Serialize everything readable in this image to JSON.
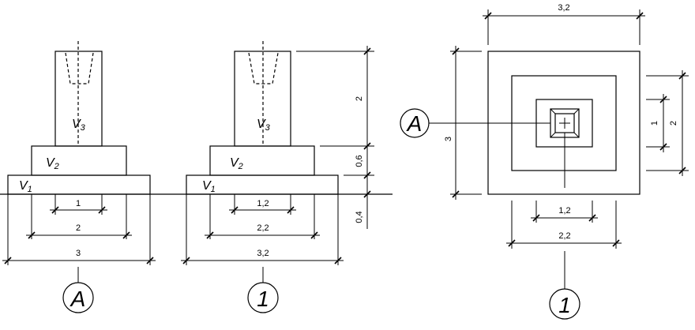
{
  "elevation_a": {
    "volume_labels": [
      {
        "letter": "V",
        "sub": "3"
      },
      {
        "letter": "V",
        "sub": "2"
      },
      {
        "letter": "V",
        "sub": "1"
      }
    ],
    "dims": [
      "1",
      "2",
      "3"
    ],
    "marker": "A"
  },
  "elevation_1": {
    "volume_labels": [
      {
        "letter": "V",
        "sub": "3"
      },
      {
        "letter": "V",
        "sub": "2"
      },
      {
        "letter": "V",
        "sub": "1"
      }
    ],
    "dims": [
      "1,2",
      "2,2",
      "3,2"
    ],
    "marker": "1"
  },
  "heights": [
    "2",
    "0,6",
    "0,4"
  ],
  "plan": {
    "top_dim": "3,2",
    "left_dim": "3",
    "right_inner_dim": "1",
    "right_outer_dim": "2",
    "bottom_dims": [
      "1,2",
      "2,2"
    ],
    "section_marker": "A",
    "bottom_marker": "1"
  }
}
